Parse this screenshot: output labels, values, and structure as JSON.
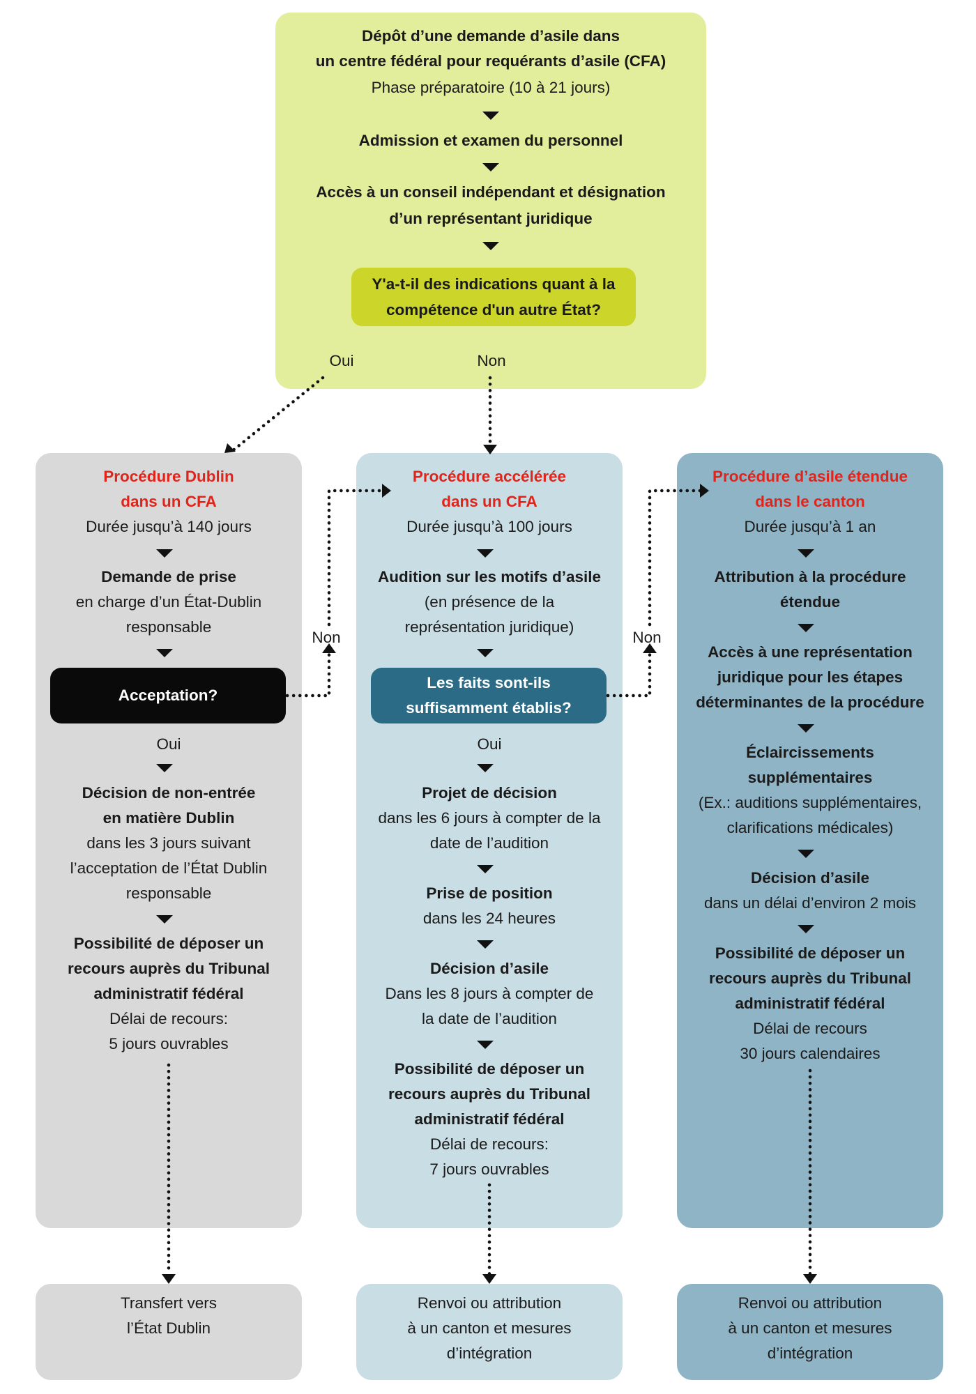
{
  "top": {
    "title_line1": "Dépôt d’une demande d’asile dans",
    "title_line2": "un centre fédéral pour requérants d’asile (CFA)",
    "phase": "Phase préparatoire (10 à 21 jours)",
    "step1": "Admission et examen du personnel",
    "step2_line1": "Accès à un conseil indépendant et désignation",
    "step2_line2": "d’un représentant juridique",
    "question_line1": "Y'a-t-il des indications quant à la",
    "question_line2": "compétence d'un autre État?",
    "oui": "Oui",
    "non": "Non"
  },
  "dublin": {
    "title_line1": "Procédure Dublin",
    "title_line2": "dans un CFA",
    "duration": "Durée jusqu’à 140 jours",
    "request_title": "Demande de prise",
    "request_line1": "en charge d’un État-Dublin",
    "request_line2": "responsable",
    "question": "Acceptation?",
    "oui": "Oui",
    "non": "Non",
    "decision_line1": "Décision de non-entrée",
    "decision_line2": "en matière Dublin",
    "decision_sub1": "dans les 3 jours suivant",
    "decision_sub2": "l’acceptation de l’État Dublin",
    "decision_sub3": "responsable",
    "appeal_line1": "Possibilité de déposer un",
    "appeal_line2": "recours auprès du Tribunal",
    "appeal_line3": "administratif fédéral",
    "delay_line1": "Délai de recours:",
    "delay_line2": "5 jours ouvrables",
    "outcome_line1": "Transfert vers",
    "outcome_line2": "l’État Dublin"
  },
  "accelerated": {
    "title_line1": "Procédure accélérée",
    "title_line2": "dans un CFA",
    "duration": "Durée jusqu’à 100 jours",
    "hearing_title": "Audition sur les motifs d’asile",
    "hearing_line1": "(en présence de la",
    "hearing_line2": "représentation juridique)",
    "question_line1": "Les faits sont-ils",
    "question_line2": "suffisamment établis?",
    "oui": "Oui",
    "non": "Non",
    "draft_title": "Projet de décision",
    "draft_line1": "dans les 6 jours à compter de la",
    "draft_line2": "date de l’audition",
    "position_title": "Prise de position",
    "position_line1": "dans les 24 heures",
    "decision_title": "Décision d’asile",
    "decision_line1": "Dans les 8 jours à compter de",
    "decision_line2": "la date de l’audition",
    "appeal_line1": "Possibilité de déposer un",
    "appeal_line2": "recours auprès du Tribunal",
    "appeal_line3": "administratif fédéral",
    "delay_line1": "Délai de recours:",
    "delay_line2": "7 jours ouvrables",
    "outcome_line1": "Renvoi ou attribution",
    "outcome_line2": "à un canton et mesures",
    "outcome_line3": "d’intégration"
  },
  "extended": {
    "title_line1": "Procédure d’asile étendue",
    "title_line2": "dans le canton",
    "duration": "Durée jusqu’à 1 an",
    "assign_line1": "Attribution à la procédure",
    "assign_line2": "étendue",
    "access_line1": "Accès à une représentation",
    "access_line2": "juridique pour les étapes",
    "access_line3": "déterminantes de la procédure",
    "clar_line1": "Éclaircissements",
    "clar_line2": "supplémentaires",
    "clar_sub1": "(Ex.: auditions supplémentaires,",
    "clar_sub2": "clarifications médicales)",
    "decision_title": "Décision d’asile",
    "decision_line1": "dans un délai d’environ 2 mois",
    "appeal_line1": "Possibilité de déposer un",
    "appeal_line2": "recours auprès du Tribunal",
    "appeal_line3": "administratif fédéral",
    "delay_line1": "Délai de recours",
    "delay_line2": "30 jours calendaires",
    "outcome_line1": "Renvoi ou attribution",
    "outcome_line2": "à un canton et mesures",
    "outcome_line3": "d’intégration"
  },
  "colors": {
    "top_box": "#e2ee9c",
    "top_question": "#ccd52a",
    "dublin": "#d9d9d9",
    "accelerated": "#c9dde5",
    "extended": "#8fb4c6",
    "accent_red": "#e2231a",
    "faits_question": "#2b6b86"
  }
}
